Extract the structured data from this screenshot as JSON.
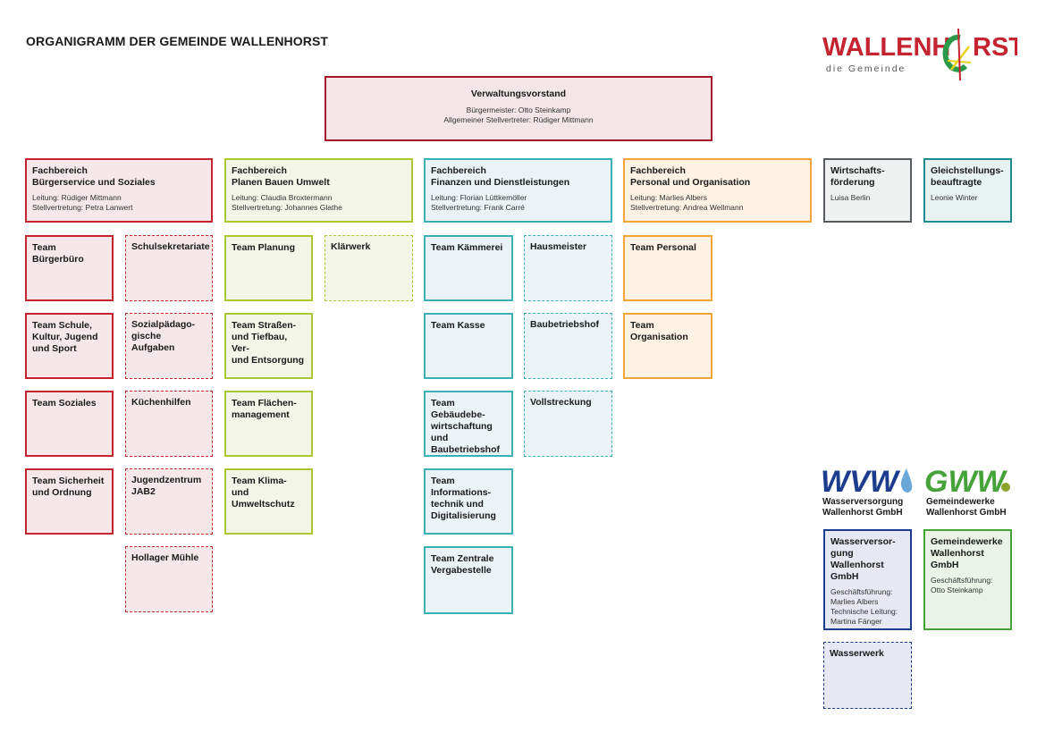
{
  "title": "ORGANIGRAMM DER GEMEINDE WALLENHORST",
  "logo": {
    "word1": "WALLENH",
    "word2": "RST",
    "subtitle": "die Gemeinde"
  },
  "vorstand": {
    "heading": "Verwaltungsvorstand",
    "lines": "Bürgermeister: Otto Steinkamp\nAllgemeiner Stellvertreter: Rüdiger Mittmann"
  },
  "departments": [
    {
      "heading": "Fachbereich\nBürgerservice und Soziales",
      "lines": "Leitung: Rüdiger Mittmann\nStellvertretung: Petra Lanwert"
    },
    {
      "heading": "Fachbereich\nPlanen Bauen Umwelt",
      "lines": "Leitung: Claudia Broxtermann\nStellvertretung: Johannes Glathe"
    },
    {
      "heading": "Fachbereich\nFinanzen und Dienstleistungen",
      "lines": "Leitung: Florian Lüttkemöller\nStellvertretung: Frank Carré"
    },
    {
      "heading": "Fachbereich\nPersonal und Organisation",
      "lines": "Leitung: Marlies Albers\nStellvertretung: Andrea Wellmann"
    },
    {
      "heading": "Wirtschafts-\nförderung",
      "lines": "Luisa Berlin"
    },
    {
      "heading": "Gleichstellungs-\nbeauftragte",
      "lines": "Leonie Winter"
    }
  ],
  "units": {
    "red_teams": [
      "Team Bürgerbüro",
      "Team Schule,\nKultur, Jugend\nund Sport",
      "Team Soziales",
      "Team Sicherheit\nund Ordnung"
    ],
    "red_facilities": [
      "Schulsekretariate",
      "Sozialpädago-\ngische Aufgaben",
      "Küchenhilfen",
      "Jugendzentrum\nJAB2",
      "Hollager Mühle"
    ],
    "green_teams": [
      "Team Planung",
      "Team Straßen-\nund Tiefbau, Ver-\nund Entsorgung",
      "Team Flächen-\nmanagement",
      "Team Klima- und\nUmweltschutz"
    ],
    "green_facilities": [
      "Klärwerk"
    ],
    "cyan_teams": [
      "Team Kämmerei",
      "Team Kasse",
      "Team Gebäudebe-\nwirtschaftung und\nBaubetriebshof",
      "Team\nInformations-\ntechnik und\nDigitalisierung",
      "Team Zentrale\nVergabestelle"
    ],
    "cyan_facilities": [
      "Hausmeister",
      "Baubetriebshof",
      "Vollstreckung"
    ],
    "orange_teams": [
      "Team Personal",
      "Team\nOrganisation"
    ]
  },
  "companies": {
    "wvw_logo": "WVW",
    "wvw_name": "Wasserversorgung\nWallenhorst GmbH",
    "gww_logo": "GWW",
    "gww_name": "Gemeindewerke\nWallenhorst GmbH",
    "wvw_box": {
      "heading": "Wasserversor-\ngung Wallenhorst\nGmbH",
      "lines": "Geschäftsführung:\nMarlies Albers\nTechnische Leitung:\nMartina Fänger"
    },
    "gww_box": {
      "heading": "Gemeindewerke\nWallenhorst\nGmbH",
      "lines": "Geschäftsführung:\nOtto Steinkamp"
    },
    "wasserwerk": "Wasserwerk"
  },
  "colors": {
    "red": "#c4232f",
    "green": "#a8c932",
    "cyan": "#3cb1b5",
    "orange": "#f2a43a",
    "grey": "#555b5f",
    "teal": "#1f8a8f",
    "navy": "#1c3d8e",
    "gw_green": "#45a33a"
  }
}
